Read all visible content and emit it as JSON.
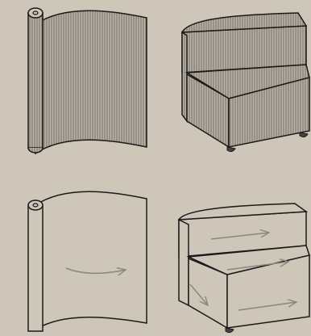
{
  "diagram": {
    "background_color": "#cdc6b9",
    "stroke_color": "#1a1a1a",
    "fabric_color": "#b8b1a4",
    "stripe_color": "#6e6a63",
    "arrow_color": "#8a8781",
    "panels": [
      {
        "name": "fabric-roll-vertical-stripes",
        "object": "fabric-roll",
        "pattern": "vertical-stripes",
        "arrows": false
      },
      {
        "name": "armchair-vertical-stripes",
        "object": "armchair",
        "pattern": "vertical-stripes",
        "arrows": false
      },
      {
        "name": "fabric-roll-with-direction-arrow",
        "object": "fabric-roll",
        "pattern": "plain",
        "arrows": true
      },
      {
        "name": "armchair-with-direction-arrows",
        "object": "armchair",
        "pattern": "plain",
        "arrows": true
      }
    ]
  }
}
